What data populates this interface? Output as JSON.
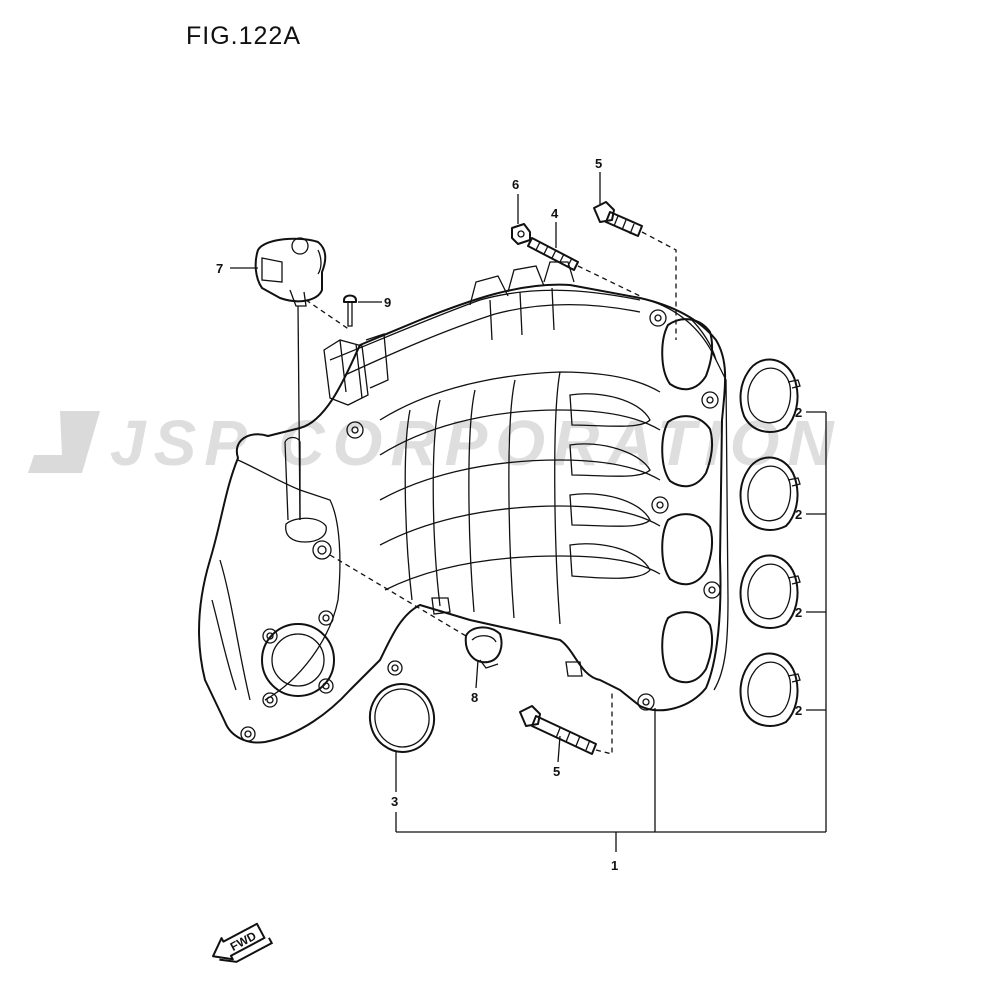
{
  "figure": {
    "title": "FIG.122A",
    "watermark": "JSP CORPORATION",
    "fwd_label": "FWD"
  },
  "callouts": {
    "c1": "1",
    "c2a": "2",
    "c2b": "2",
    "c2c": "2",
    "c2d": "2",
    "c3": "3",
    "c4": "4",
    "c5top": "5",
    "c5bottom": "5",
    "c6": "6",
    "c7": "7",
    "c8": "8",
    "c9": "9"
  },
  "colors": {
    "line": "#111111",
    "watermark": "#d9d9d9",
    "background": "#ffffff"
  }
}
